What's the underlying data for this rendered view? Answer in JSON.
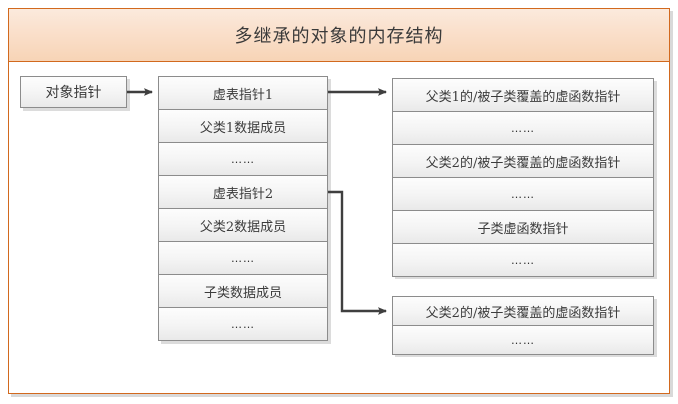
{
  "title": "多继承的对象的内存结构",
  "object_pointer": {
    "label": "对象指针"
  },
  "object_layout": {
    "name": "object-memory-layout",
    "rows": [
      {
        "label": "虚表指针1",
        "kind": "vptr"
      },
      {
        "label": "父类1数据成员",
        "kind": "data"
      },
      {
        "label": "……",
        "kind": "dots"
      },
      {
        "label": "虚表指针2",
        "kind": "vptr"
      },
      {
        "label": "父类2数据成员",
        "kind": "data"
      },
      {
        "label": "……",
        "kind": "dots"
      },
      {
        "label": "子类数据成员",
        "kind": "data"
      },
      {
        "label": "……",
        "kind": "dots"
      }
    ]
  },
  "vtable_primary": {
    "name": "primary-vtable",
    "rows": [
      {
        "label": "父类1的/被子类覆盖的虚函数指针",
        "kind": "entry"
      },
      {
        "label": "……",
        "kind": "dots"
      },
      {
        "label": "父类2的/被子类覆盖的虚函数指针",
        "kind": "entry"
      },
      {
        "label": "……",
        "kind": "dots"
      },
      {
        "label": "子类虚函数指针",
        "kind": "entry"
      },
      {
        "label": "……",
        "kind": "dots"
      }
    ]
  },
  "vtable_secondary": {
    "name": "secondary-vtable",
    "rows": [
      {
        "label": "父类2的/被子类覆盖的虚函数指针",
        "kind": "entry"
      },
      {
        "label": "……",
        "kind": "dots"
      }
    ]
  },
  "connectors": [
    {
      "name": "object-pointer-to-layout",
      "from": "对象指针",
      "to": "虚表指针1",
      "style": "straight-arrow"
    },
    {
      "name": "vptr1-to-primary-vtable",
      "from": "虚表指针1",
      "to": "父类1的/被子类覆盖的虚函数指针",
      "style": "straight-arrow"
    },
    {
      "name": "vptr2-to-secondary-vtable",
      "from": "虚表指针2",
      "to": "父类2的/被子类覆盖的虚函数指针",
      "style": "elbow-arrow"
    }
  ],
  "colors": {
    "frame_border": "#d2691e",
    "title_gradient_start": "#fbeadd",
    "title_gradient_end": "#f7d4b6",
    "cell_border": "#8c8c8c",
    "connector": "#3f3f3f"
  }
}
